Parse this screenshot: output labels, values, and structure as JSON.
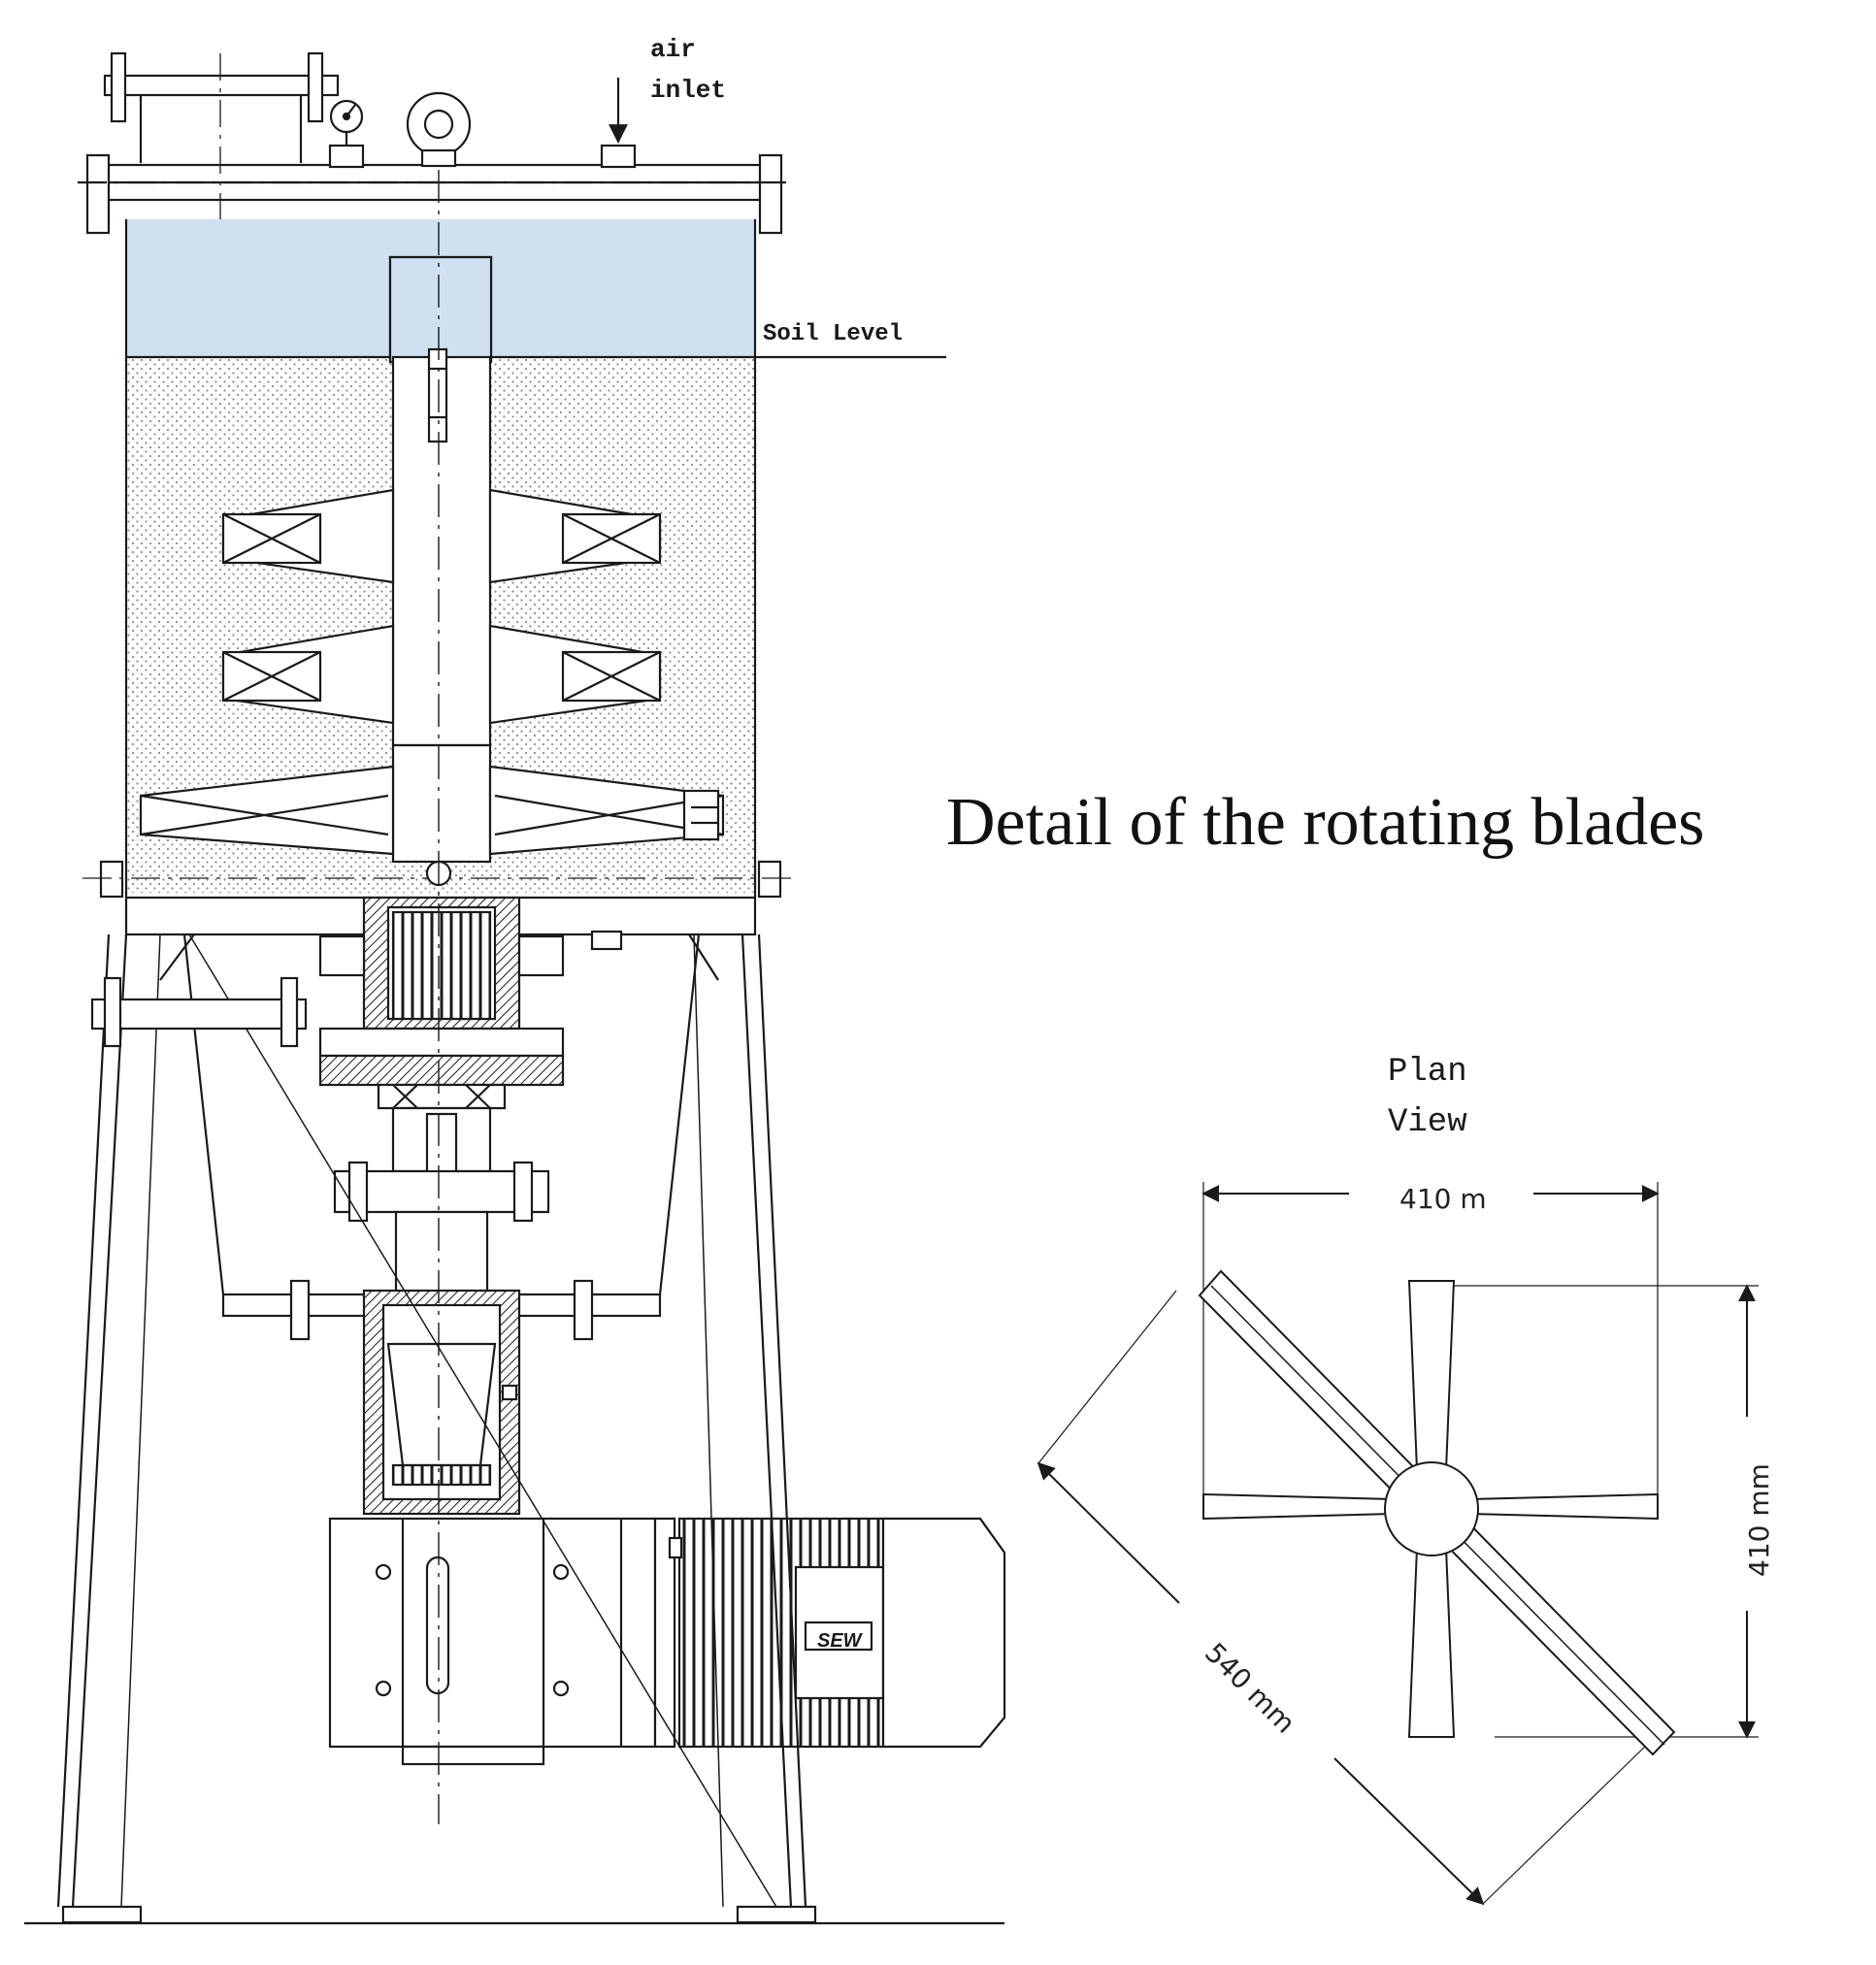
{
  "labels": {
    "air_inlet_line1": "air",
    "air_inlet_line2": "inlet",
    "soil_level": "Soil Level",
    "heading": "Detail of the rotating blades",
    "plan_view_line1": "Plan",
    "plan_view_line2": "View",
    "dim_top": "410 m",
    "dim_side": "410 mm",
    "dim_diagonal": "540 mm",
    "motor_brand": "SEW"
  },
  "colors": {
    "line": "#1a1a1a",
    "headspace_fill": "#cfe0f1",
    "soil_dot": "#7a7a7a",
    "background": "#ffffff"
  },
  "icons": {
    "pressure_gauge": "pressure-gauge-icon",
    "lifting_eye": "lifting-eye-icon",
    "arrow": "down-arrow-icon"
  }
}
